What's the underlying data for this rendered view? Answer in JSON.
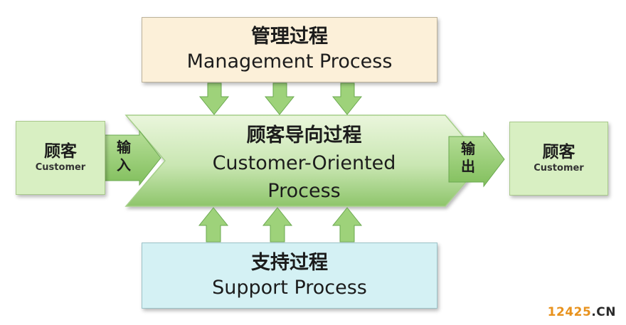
{
  "management": {
    "zh": "管理过程",
    "en": "Management Process"
  },
  "center": {
    "zh": "顾客导向过程",
    "en_line1": "Customer-Oriented",
    "en_line2": "Process"
  },
  "support": {
    "zh": "支持过程",
    "en": "Support Process"
  },
  "customer_left": {
    "zh": "顾客",
    "en": "Customer"
  },
  "customer_right": {
    "zh": "顾客",
    "en": "Customer"
  },
  "input_arrow": {
    "char1": "输",
    "char2": "入"
  },
  "output_arrow": {
    "char1": "输",
    "char2": "出"
  },
  "watermark": {
    "number": "12425",
    "suffix": ".CN"
  },
  "colors": {
    "arrow_green": "#9ed27a",
    "arrow_border": "#6aa84f",
    "center_light": "#dff0cf",
    "center_dark": "#8cc66a",
    "management_bg": "#fcf0d9",
    "support_bg": "#d4f1f4",
    "customer_bg": "#d8efc2",
    "watermark_orange": "#e8921d"
  }
}
